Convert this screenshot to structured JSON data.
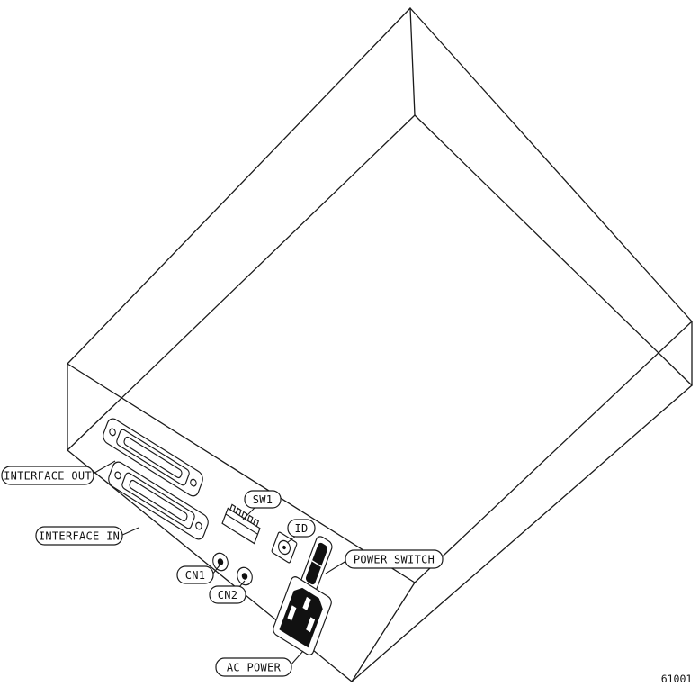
{
  "callouts": {
    "interface_out": "INTERFACE OUT",
    "interface_in": "INTERFACE IN",
    "sw1": "SW1",
    "id": "ID",
    "cn1": "CN1",
    "cn2": "CN2",
    "power_switch": "POWER SWITCH",
    "ac_power": "AC POWER"
  },
  "figure": {
    "number": "61001"
  },
  "colors": {
    "line": "#1a1a1a",
    "background": "#ffffff"
  }
}
